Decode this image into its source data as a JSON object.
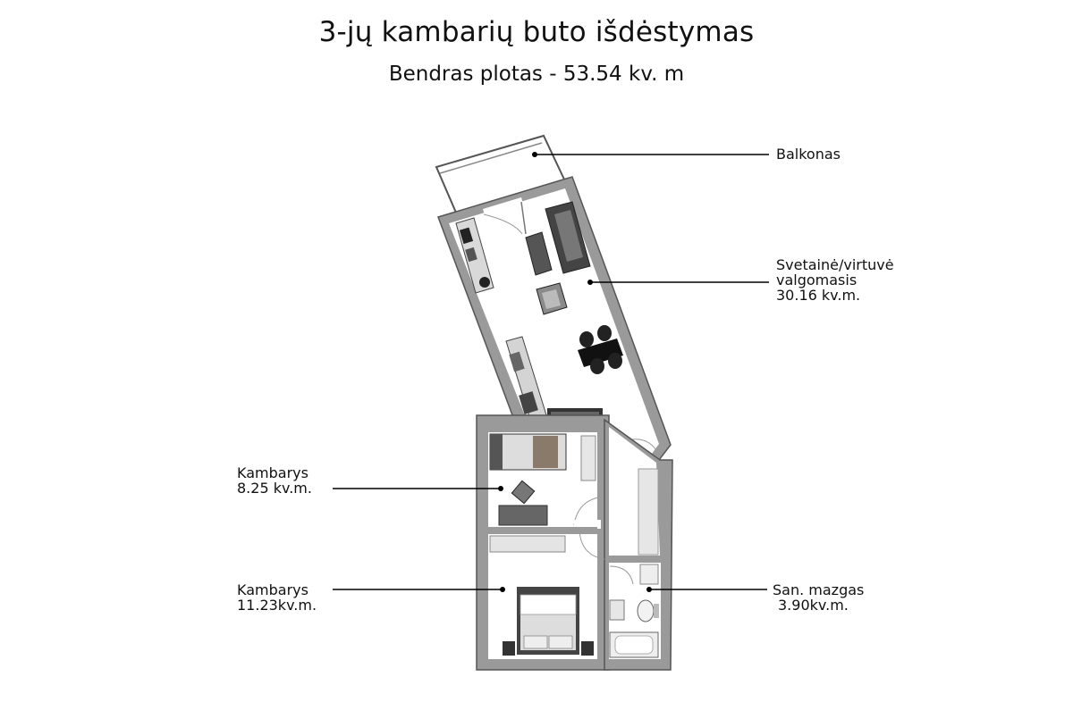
{
  "header": {
    "title": "3-jų kambarių buto išdėstymas",
    "subtitle": "Bendras plotas - 53.54 kv. m"
  },
  "rooms": {
    "balcony": {
      "name": "Balkonas"
    },
    "living": {
      "line1": "Svetainė/virtuvė",
      "line2": "valgomasis",
      "area": "30.16 kv.m."
    },
    "room1": {
      "name": "Kambarys",
      "area": "8.25 kv.m."
    },
    "room2": {
      "name": "Kambarys",
      "area": "11.23kv.m."
    },
    "bath": {
      "name": "San. mazgas",
      "area": "3.90kv.m."
    }
  },
  "colors": {
    "wall": "#9a9a9a",
    "wall_outline": "#555555",
    "floor": "#ffffff",
    "furniture_dark": "#333333",
    "furniture_mid": "#777777",
    "furniture_light": "#d4d4d4",
    "leader_line": "#000000"
  }
}
